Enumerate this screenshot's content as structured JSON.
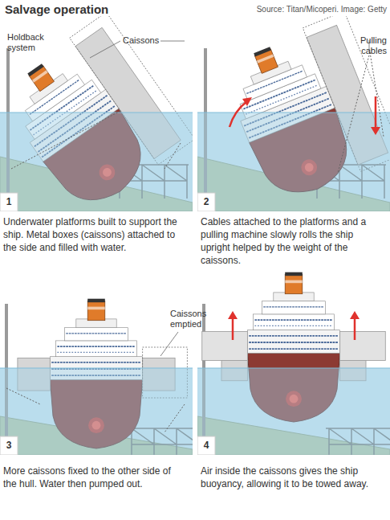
{
  "diagram": {
    "title": "Salvage operation",
    "labels": [
      "Source: Titan/Micoperi. Image: Getty",
      "Holdback system",
      "Caissons",
      "Pulling cables",
      "1",
      "Underwater platforms built to support the ship. Metal boxes (caissons) attached to the side and filled with water.",
      "2",
      "Cables attached to the platforms and a pulling machine slowly rolls the ship upright helped by the weight of the caissons.",
      "Caissons emptied",
      "3",
      "More caissons fixed to the other side of the hull. Water then pumped out.",
      "4",
      "Air inside the caissons gives the ship buoyancy, allowing it to be towed away."
    ]
  }
}
